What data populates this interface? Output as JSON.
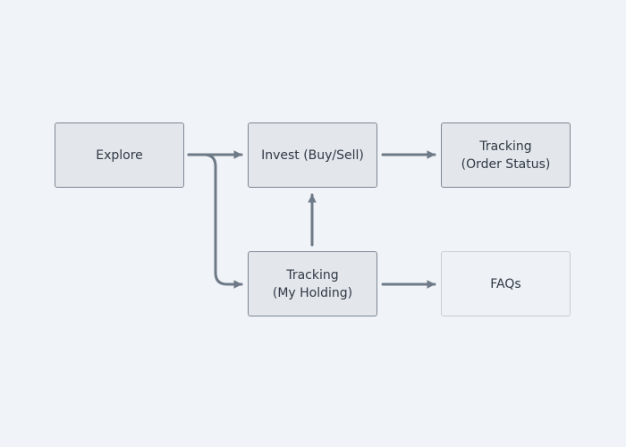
{
  "diagram": {
    "nodes": [
      {
        "id": "explore",
        "label": "Explore"
      },
      {
        "id": "invest",
        "label": "Invest (Buy/Sell)"
      },
      {
        "id": "order_status",
        "label": "Tracking\n(Order Status)"
      },
      {
        "id": "holding",
        "label": "Tracking\n(My Holding)"
      },
      {
        "id": "faqs",
        "label": "FAQs"
      }
    ],
    "edges": [
      {
        "from": "explore",
        "to": "invest"
      },
      {
        "from": "explore",
        "to": "holding"
      },
      {
        "from": "invest",
        "to": "order_status"
      },
      {
        "from": "holding",
        "to": "invest"
      },
      {
        "from": "holding",
        "to": "faqs"
      }
    ],
    "colors": {
      "background": "#f0f3f7",
      "node_fill": "#e3e6ea",
      "node_border": "#7d8894",
      "node_fill_muted": "#eef1f5",
      "node_border_muted": "#c7ced6",
      "edge": "#6e7a87",
      "text": "#2f3945"
    }
  }
}
